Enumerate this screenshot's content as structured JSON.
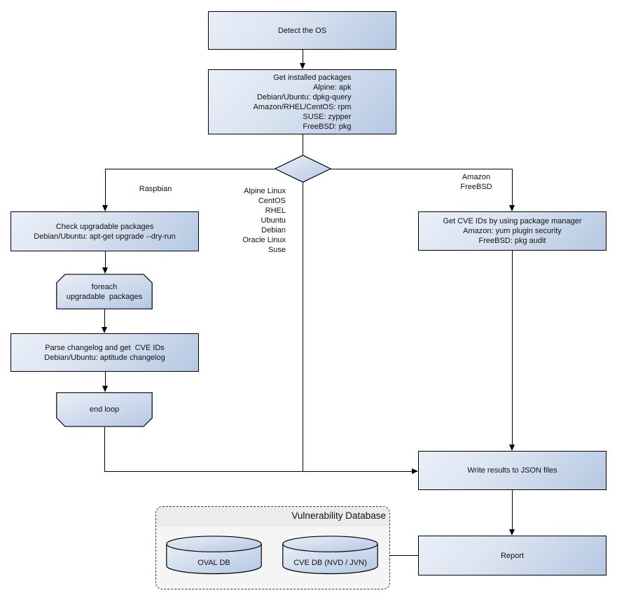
{
  "colors": {
    "node_fill_light": "#eaeff8",
    "node_fill_dark": "#b5c8e3",
    "border": "#000000",
    "db_panel_bg": "#f5f5f5",
    "db_header_bg": "#ececec"
  },
  "nodes": {
    "detect_os": "Detect the OS",
    "get_installed_packages": "Get installed packages\nAlpine: apk\nDebian/Ubuntu: dpkg-query\nAmazon/RHEL/CentOS: rpm\nSUSE: zypper\nFreeBSD: pkg",
    "check_upgradable": "Check upgradable packages\nDebian/Ubuntu: apt-get upgrade --dry-run",
    "foreach_loop": "foreach\nupgradable  packages",
    "parse_changelog": "Parse changelog and get  CVE IDs\nDebian/Ubuntu: aptitude changelog",
    "end_loop": "end loop",
    "get_cve_ids": "Get CVE IDs by using package manager\nAmazon: yum plugin security\nFreeBSD: pkg audit",
    "write_results": "Write results to JSON files",
    "report": "Report"
  },
  "edge_labels": {
    "raspbian": "Raspbian",
    "os_list": "Alpine Linux\nCentOS\nRHEL\nUbuntu\nDebian\nOracle Linux\nSuse",
    "amazon_freebsd": "Amazon\nFreeBSD"
  },
  "database": {
    "title": "Vulnerability Database",
    "oval_db": "OVAL DB",
    "cve_db": "CVE DB (NVD / JVN)"
  }
}
